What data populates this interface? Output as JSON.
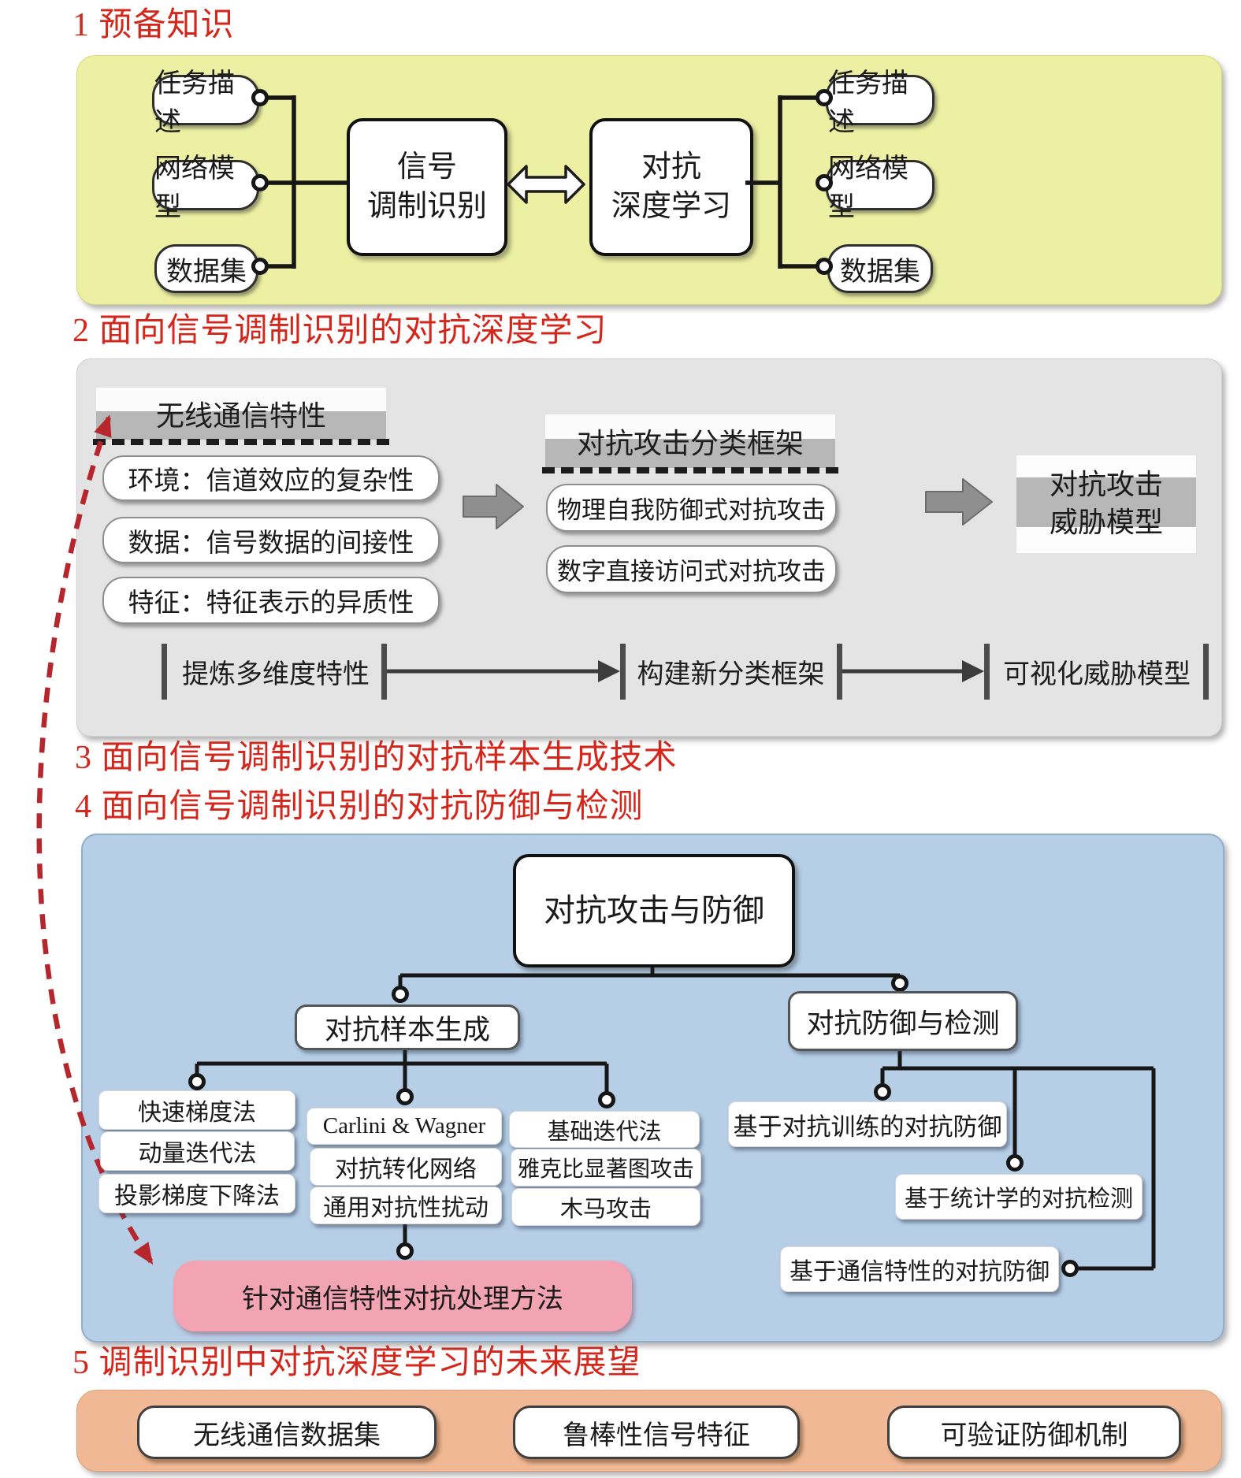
{
  "headings": {
    "s1": "1 预备知识",
    "s2": "2 面向信号调制识别的对抗深度学习",
    "s3": "3 面向信号调制识别的对抗样本生成技术",
    "s4": "4 面向信号调制识别的对抗防御与检测",
    "s5": "5 调制识别中对抗深度学习的未来展望"
  },
  "preliminary": {
    "left_nodes": [
      "任务描述",
      "网络模型",
      "数据集"
    ],
    "modulation_recognition": "信号\n调制识别",
    "adversarial_dl": "对抗\n深度学习",
    "right_nodes": [
      "任务描述",
      "网络模型",
      "数据集"
    ]
  },
  "section2": {
    "wireless_header": "无线通信特性",
    "wireless_items": [
      "环境：信道效应的复杂性",
      "数据：信号数据的间接性",
      "特征：特征表示的异质性"
    ],
    "taxonomy_header": "对抗攻击分类框架",
    "taxonomy_items": [
      "物理自我防御式对抗攻击",
      "数字直接访问式对抗攻击"
    ],
    "threat_model": "对抗攻击\n威胁模型",
    "timeline": [
      "提炼多维度特性",
      "构建新分类框架",
      "可视化威胁模型"
    ]
  },
  "tree": {
    "root": "对抗攻击与防御",
    "generation_label": "对抗样本生成",
    "generation_col1": [
      "快速梯度法",
      "动量迭代法",
      "投影梯度下降法"
    ],
    "generation_col2": [
      "Carlini & Wagner",
      "对抗转化网络",
      "通用对抗性扰动"
    ],
    "generation_col3": [
      "基础迭代法",
      "雅克比显著图攻击",
      "木马攻击"
    ],
    "defense_label": "对抗防御与检测",
    "defense_items": [
      "基于对抗训练的对抗防御",
      "基于统计学的对抗检测",
      "基于通信特性的对抗防御"
    ],
    "pink_note": "针对通信特性对抗处理方法"
  },
  "future": {
    "items": [
      "无线通信数据集",
      "鲁棒性信号特征",
      "可验证防御机制"
    ]
  },
  "colors": {
    "heading_red": "#d5261c",
    "panel_yellow": "#edf0a2",
    "panel_gray": "#e4e4e4",
    "panel_blue": "#b6cfe7",
    "panel_orange": "#f0b894",
    "pink_note": "#f3a4b2",
    "band_gray": "#b7b7b7",
    "dashed_red": "#b5272d"
  }
}
